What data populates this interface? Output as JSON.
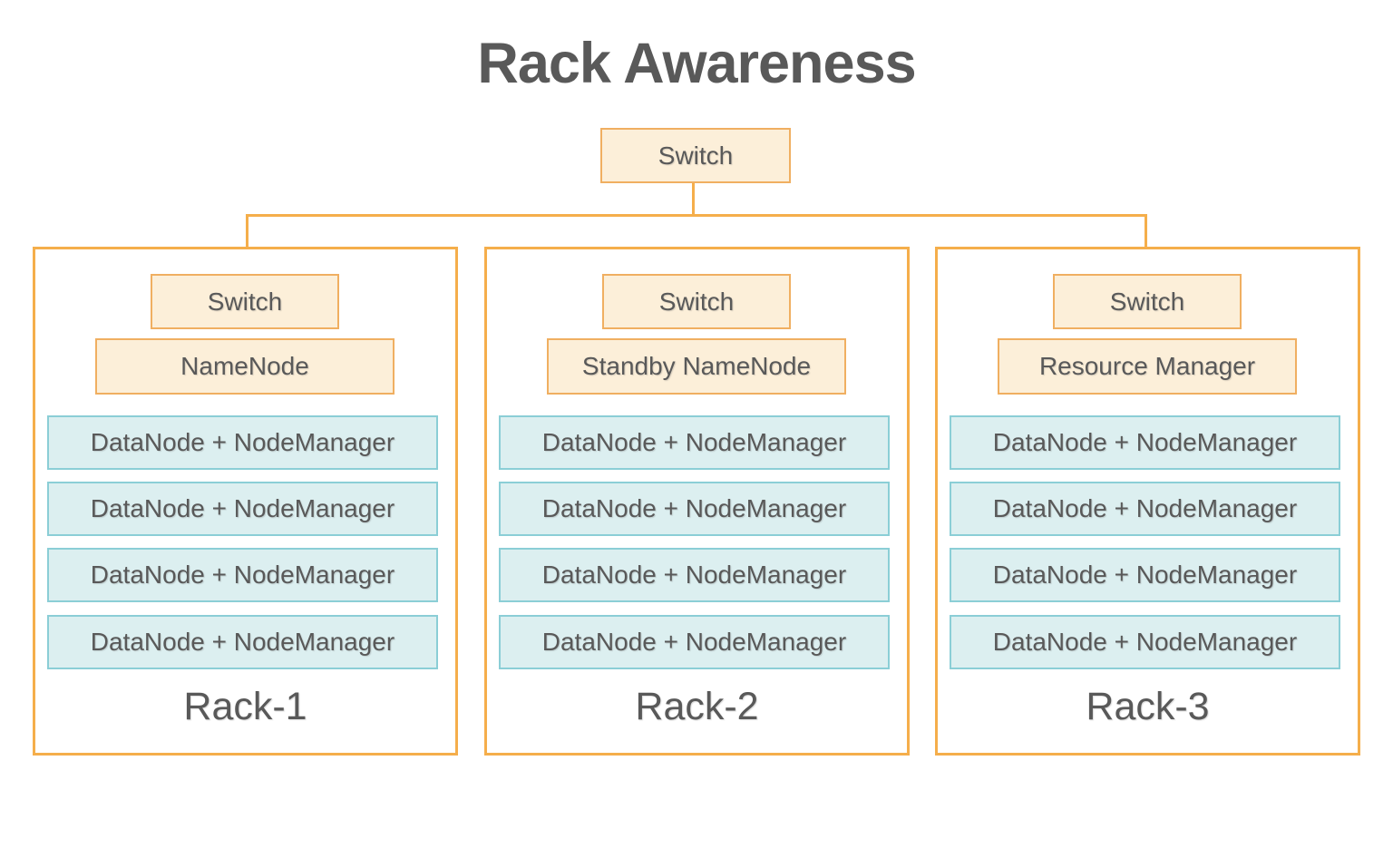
{
  "title": "Rack Awareness",
  "top_switch": {
    "label": "Switch"
  },
  "racks": [
    {
      "name": "Rack-1",
      "switch_label": "Switch",
      "head_label": "NameNode",
      "nodes": [
        "DataNode + NodeManager",
        "DataNode + NodeManager",
        "DataNode + NodeManager",
        "DataNode + NodeManager"
      ]
    },
    {
      "name": "Rack-2",
      "switch_label": "Switch",
      "head_label": "Standby NameNode",
      "nodes": [
        "DataNode + NodeManager",
        "DataNode + NodeManager",
        "DataNode + NodeManager",
        "DataNode + NodeManager"
      ]
    },
    {
      "name": "Rack-3",
      "switch_label": "Switch",
      "head_label": "Resource Manager",
      "nodes": [
        "DataNode + NodeManager",
        "DataNode + NodeManager",
        "DataNode + NodeManager",
        "DataNode + NodeManager"
      ]
    }
  ],
  "colors": {
    "accent_orange": "#f5ae4b",
    "cream_fill": "#fcefd9",
    "cream_border": "#f0af61",
    "teal_fill": "#dceff0",
    "teal_border": "#8bced6",
    "text_gray": "#595959",
    "title_gray": "#595959"
  }
}
